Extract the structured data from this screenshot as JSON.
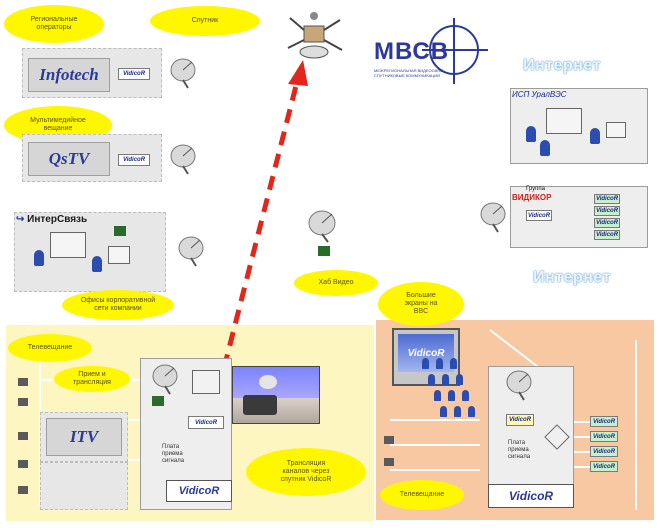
{
  "colors": {
    "arrow": "#e4261a",
    "yellow_zone": "#fdf6c0",
    "peach_zone": "#f7c8a2",
    "bubble": "#fff700",
    "logo": "#2b3a9a",
    "cloud_glow": "#6aa7d6"
  },
  "top": {
    "bubble_regional_ops": "Региональные\nоператоры",
    "bubble_satellite": "Спутник",
    "mvsv_logo": "МВСВ",
    "mvsv_subtitle": "МЕЖРЕГИОНАЛЬНАЯ ВИДЕОСВЯЗЬ\nСПУТНИКОВЫЕ КОММУНИКАЦИИ",
    "internet_top": "Интернет"
  },
  "left": {
    "infotech": "Infotech",
    "bubble_media": "Мультимедийное\nвещание",
    "qstv": "QsTV",
    "interlink": "ИнтерСвязь",
    "bubble_corporate": "Офисы корпоративной\nсети компании"
  },
  "right": {
    "isp_label": "ИСП УралВЭС",
    "videokor_group": "Группа",
    "videokor": "ВИДИКОР",
    "internet_mid": "Интернет"
  },
  "middle": {
    "bubble_hub": "Хаб Видео"
  },
  "bottom_left": {
    "bubble_telecast": "Телевещание",
    "bubble_receive": "Прием и трансляция",
    "itv": "ITV",
    "term_label": "Плата\nприема\nсигнала",
    "bubble_channels": "Трансляция\nканалов через\nспутник VidicoR",
    "vidicor_logo": "VidicoR"
  },
  "bottom_right": {
    "bubble_large": "Большие\nэкраны на\nBBC",
    "term_label": "Плата\nприема\nсигнала",
    "bubble_telecast2": "Телевещание",
    "vidicor_logo": "VidicoR",
    "screen_brand": "VidicoR"
  },
  "badges": {
    "vidicor": "VidicoR"
  }
}
